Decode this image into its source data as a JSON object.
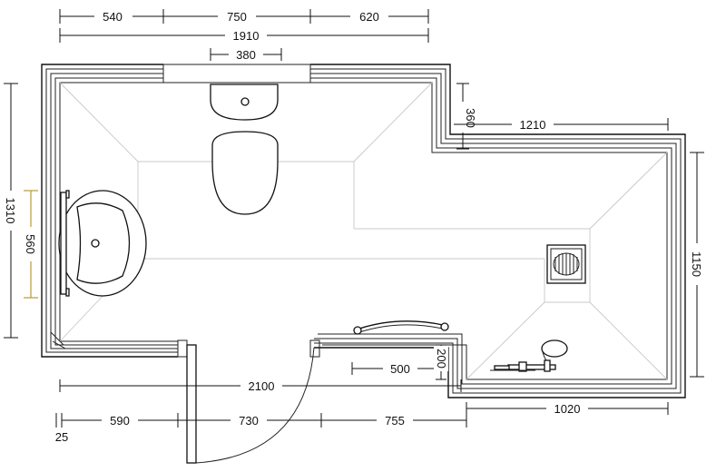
{
  "dimensions": {
    "top_segment_1": "540",
    "top_segment_2": "750",
    "top_segment_3": "620",
    "top_total": "1910",
    "basin_width": "380",
    "step_depth": "360",
    "right_upper_width": "1210",
    "left_height": "1310",
    "sink_span": "560",
    "right_height": "1150",
    "rail_length": "500",
    "ledge_depth": "200",
    "bottom_total": "2100",
    "bottom_segment_1": "590",
    "bottom_segment_2": "730",
    "bottom_segment_3": "755",
    "bottom_right_width": "1020",
    "wall_offset": "25"
  },
  "icons": {
    "toilet": "toilet-icon",
    "basin": "wall-basin-icon",
    "sink": "sink-icon",
    "drain": "floor-drain-icon",
    "rail": "grab-rail-icon",
    "shower": "shower-mixer-icon",
    "door": "door-swing-icon"
  },
  "colors": {
    "walls": "#111111",
    "floor_fall_lines": "#c8c8c8",
    "sink_dimension": "#b9993a"
  }
}
